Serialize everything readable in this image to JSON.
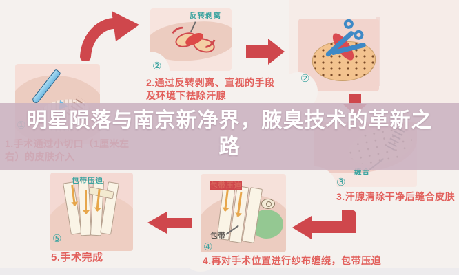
{
  "title": {
    "line1": "明星陨落与南京新净界，腋臭技术的革新之",
    "line2": "路"
  },
  "steps": {
    "s1": {
      "badge": "①",
      "caption1": "1.手术通过小切口（1厘米左",
      "caption2": "右）的皮肤介入"
    },
    "s2": {
      "badge": "②",
      "label": "反转剥离",
      "caption1": "2.通过反转剥离、直视的手段",
      "caption2": "及环境下祛除汗腺"
    },
    "s2b": {
      "badge": "②"
    },
    "s3": {
      "badge": "③",
      "label": "缝合",
      "caption": "3.汗腺清除干净后缝合皮肤"
    },
    "s4": {
      "badge": "④",
      "label_top": "包带压迫",
      "label_bottom": "包带",
      "caption": "4.再对手术位置进行纱布缠绕，包带压迫"
    },
    "s5": {
      "badge": "⑤",
      "label_top": "包带压迫",
      "caption": "5.手术完成"
    }
  },
  "colors": {
    "arrow_red": "#cf474c",
    "band_overlay": "#cbb2c0",
    "title_text": "#ffffff",
    "caption_red": "#e2605c",
    "label_teal": "#3aa39f",
    "label_red": "#d9655c",
    "scalpel_blue": "#6fb9e2",
    "scissors_blue": "#3e89c6",
    "bandage_orange": "#e7a64b",
    "green_pad": "#94c892",
    "panel_pink": "#f6ded7",
    "skin_tone": "#ecccc0"
  }
}
